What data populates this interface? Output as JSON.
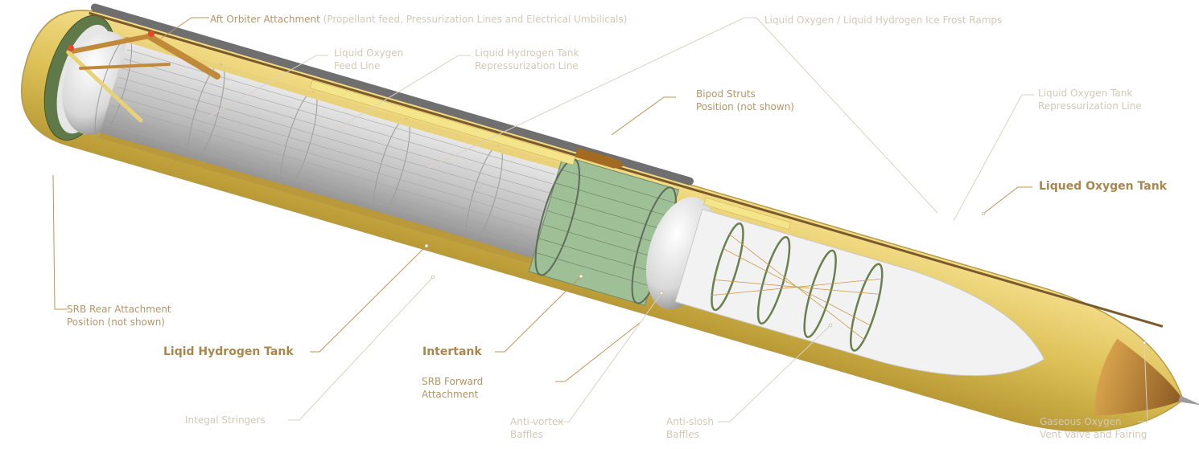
{
  "labels": {
    "aft_orbiter_attachment": "Aft Orbiter Attachment",
    "aft_orbiter_attachment_detail": "(Propellant feed, Pressurization Lines and Electrical Umbilicals)",
    "ice_frost_ramps": "Liquid Oxygen / Liquid Hydrogen Ice Frost Ramps",
    "lox_feed_line_1": "Liquid Oxygen",
    "lox_feed_line_2": "Feed Line",
    "lh2_repress_1": "Liquid Hydrogen Tank",
    "lh2_repress_2": "Repressurization Line",
    "bipod_1": "Bipod Struts",
    "bipod_2": "Position (not shown)",
    "lox_repress_1": "Liquid Oxygen Tank",
    "lox_repress_2": "Repressurization Line",
    "lox_tank": "Liqued Oxygen Tank",
    "srb_rear_1": "SRB Rear Attachment",
    "srb_rear_2": "Position (not shown)",
    "lh2_tank": "Liqid Hydrogen Tank",
    "intertank": "Intertank",
    "srb_forward_1": "SRB Forward",
    "srb_forward_2": "Attachment",
    "integral_stringers": "Integal Stringers",
    "anti_vortex_1": "Anti-vortex",
    "anti_vortex_2": "Baffles",
    "anti_slosh_1": "Anti-slosh",
    "anti_slosh_2": "Baffles",
    "gox_vent_1": "Gaseous Oxygen",
    "gox_vent_2": "Vent Valve and Fairing"
  },
  "colors": {
    "foam": "#e0c45a",
    "foam_dark": "#b8982e",
    "primer_green": "#5f7a48",
    "interior_grey": "#c8c8c8",
    "intertank_green": "#a8c8a0",
    "label_gold": "#b3966a",
    "label_faint": "#d2c9b8",
    "leader_gold": "#b8955a",
    "leader_faint": "#d8d2c6"
  }
}
